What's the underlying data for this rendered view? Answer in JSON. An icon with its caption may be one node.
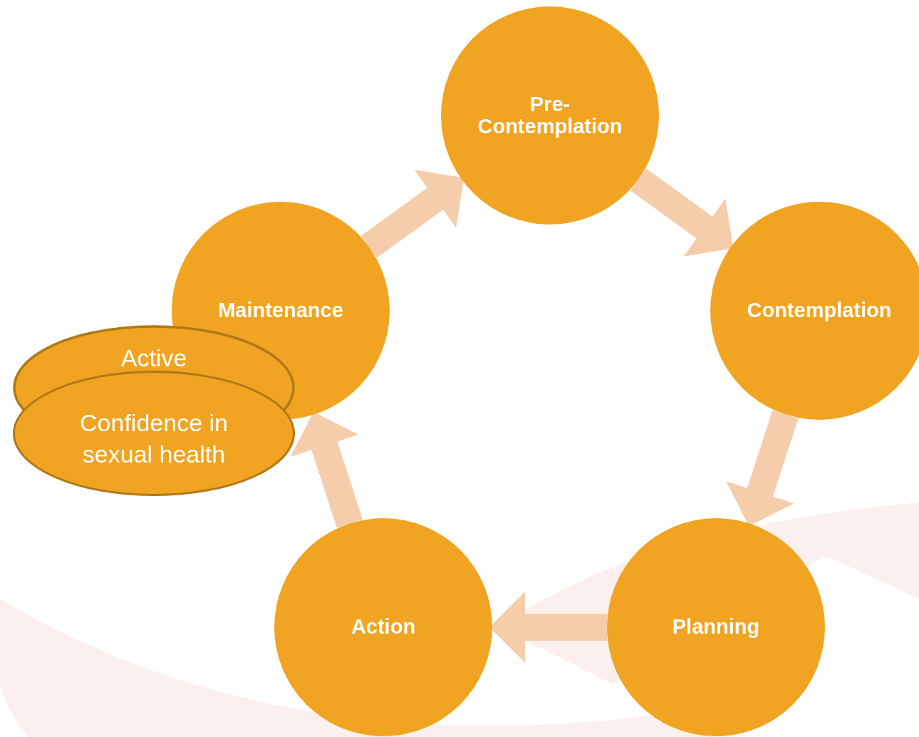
{
  "diagram": {
    "nodes": [
      {
        "text": [
          "Pre-Contemplation"
        ]
      },
      {
        "text": [
          "Contemplation"
        ]
      },
      {
        "text": [
          "Planning"
        ]
      },
      {
        "text": [
          "Action"
        ]
      },
      {
        "text": [
          "Maintenance"
        ]
      },
      {
        "text": [
          "Active"
        ]
      },
      {
        "text": [
          "Confidence in sexual health"
        ]
      }
    ],
    "edges": [
      {
        "from": 4,
        "to": 0,
        "arrow": "to"
      },
      {
        "from": 0,
        "to": 1,
        "arrow": "to"
      },
      {
        "from": 1,
        "to": 2,
        "arrow": "to"
      },
      {
        "from": 2,
        "to": 3,
        "arrow": "to"
      },
      {
        "from": 3,
        "to": 4,
        "arrow": "to"
      }
    ]
  }
}
